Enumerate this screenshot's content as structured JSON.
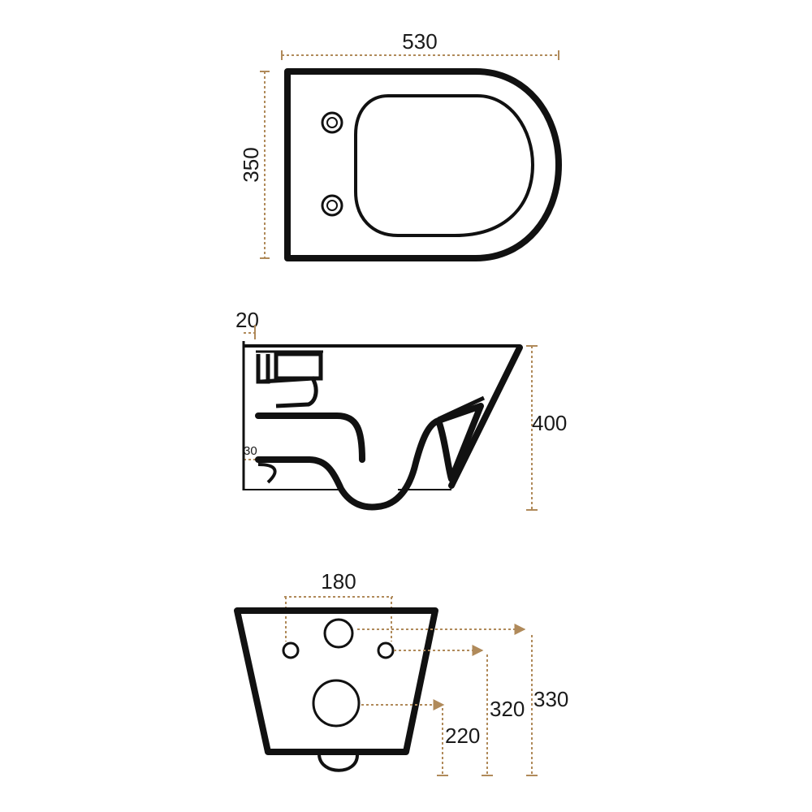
{
  "top_view": {
    "width_label": "530",
    "depth_label": "350"
  },
  "side_view": {
    "wall_offset_label": "20",
    "outlet_offset_label": "30",
    "height_label": "400"
  },
  "back_view": {
    "bolt_spacing_label": "180",
    "inlet_height_label": "330",
    "bolt_height_label": "320",
    "outlet_height_label": "220"
  },
  "colors": {
    "line": "#111111",
    "dimension": "#b08a5a"
  }
}
